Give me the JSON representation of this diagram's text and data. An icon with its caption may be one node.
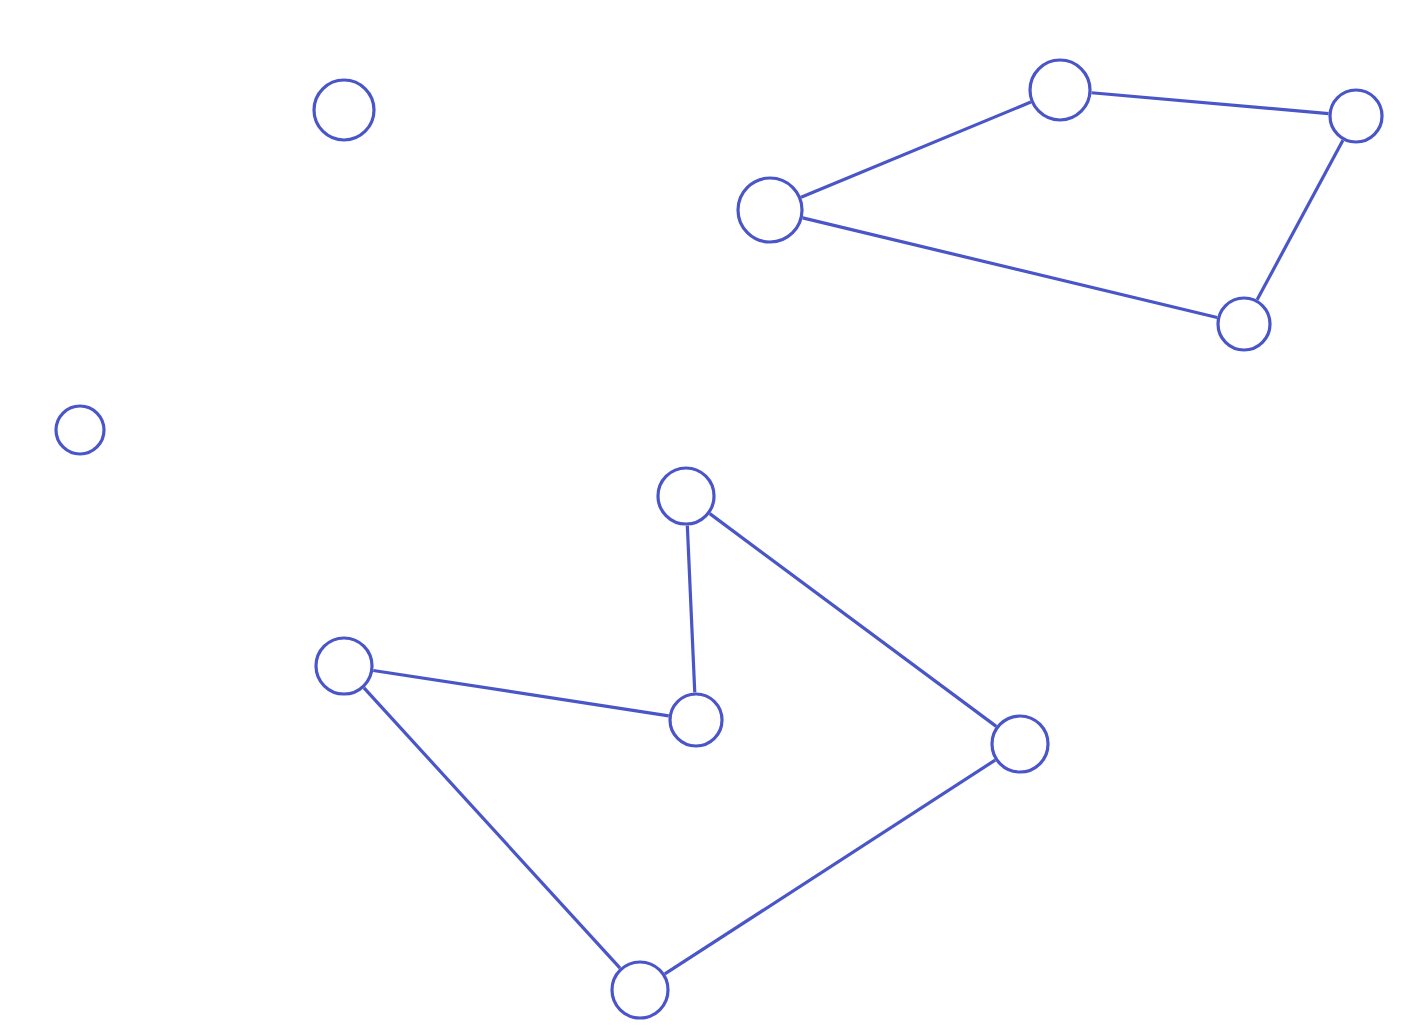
{
  "diagram": {
    "nodes": [
      {
        "text": [],
        "shape": "circle"
      },
      {
        "text": [],
        "shape": "circle"
      },
      {
        "text": [],
        "shape": "circle"
      },
      {
        "text": [],
        "shape": "circle"
      },
      {
        "text": [],
        "shape": "circle"
      },
      {
        "text": [],
        "shape": "circle"
      },
      {
        "text": [],
        "shape": "circle"
      },
      {
        "text": [],
        "shape": "circle"
      },
      {
        "text": [],
        "shape": "circle"
      },
      {
        "text": [],
        "shape": "circle"
      },
      {
        "text": [],
        "shape": "circle"
      }
    ],
    "edges": [
      {
        "from": 6,
        "to": 8,
        "arrow": "none"
      },
      {
        "from": 8,
        "to": 10,
        "arrow": "none"
      },
      {
        "from": 10,
        "to": 9,
        "arrow": "none"
      },
      {
        "from": 6,
        "to": 9,
        "arrow": "none"
      },
      {
        "from": 4,
        "to": 5,
        "arrow": "none"
      },
      {
        "from": 4,
        "to": 7,
        "arrow": "none"
      },
      {
        "from": 2,
        "to": 5,
        "arrow": "none"
      },
      {
        "from": 2,
        "to": 3,
        "arrow": "none"
      },
      {
        "from": 3,
        "to": 7,
        "arrow": "none"
      }
    ]
  }
}
